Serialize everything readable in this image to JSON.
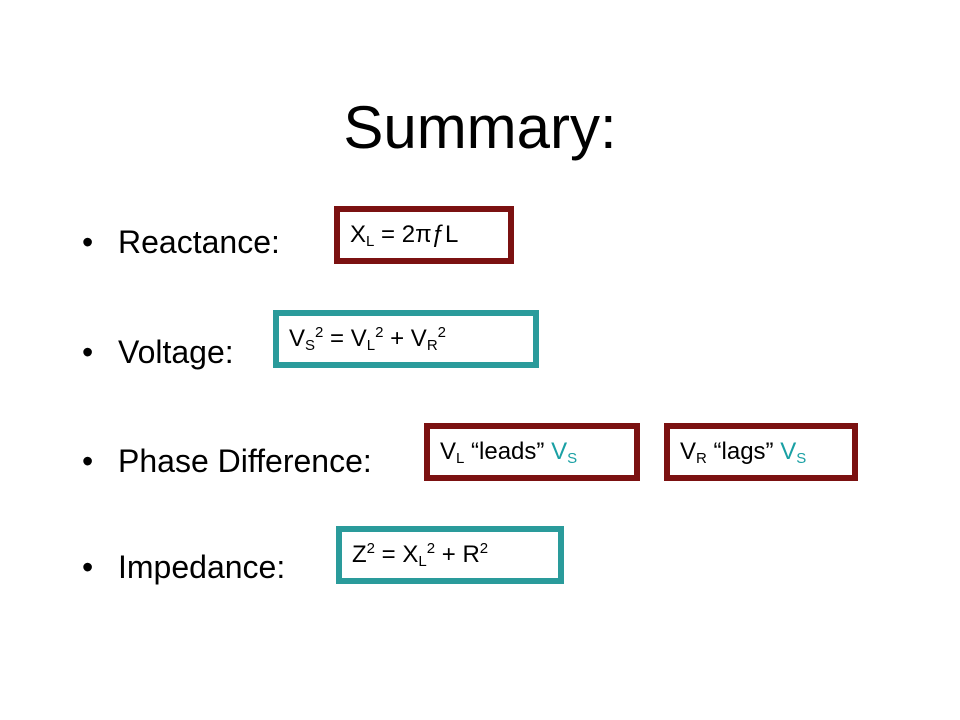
{
  "title": "Summary:",
  "bullets": [
    {
      "label": "Reactance:"
    },
    {
      "label": "Voltage:"
    },
    {
      "label": "Phase Difference:"
    },
    {
      "label": "Impedance:"
    }
  ],
  "bullet_glyph": "•",
  "formulas": {
    "reactance": {
      "x": "X",
      "x_sub": "L",
      "eq": " = 2",
      "pi": "π",
      "f": "ƒ",
      "tail": "L"
    },
    "voltage": {
      "v1": "V",
      "v1_sub": "S",
      "v1_sup": "2",
      "eq": " = ",
      "v2": "V",
      "v2_sub": "L",
      "v2_sup": "2",
      "plus": " + ",
      "v3": "V",
      "v3_sub": "R",
      "v3_sup": "2"
    },
    "phase_leads": {
      "v": "V",
      "v_sub": "L",
      "text": " “leads” ",
      "vs": "V",
      "vs_sub": "S"
    },
    "phase_lags": {
      "v": "V",
      "v_sub": "R",
      "text": " “lags” ",
      "vs": "V",
      "vs_sub": "S"
    },
    "impedance": {
      "z": "Z",
      "z_sup": "2",
      "eq": " = ",
      "x": "X",
      "x_sub": "L",
      "x_sup": "2",
      "plus": " + ",
      "r": "R",
      "r_sup": "2"
    }
  },
  "colors": {
    "box_red": "#7b1111",
    "box_teal": "#2a9b9b",
    "text_teal": "#1aa0a4"
  }
}
